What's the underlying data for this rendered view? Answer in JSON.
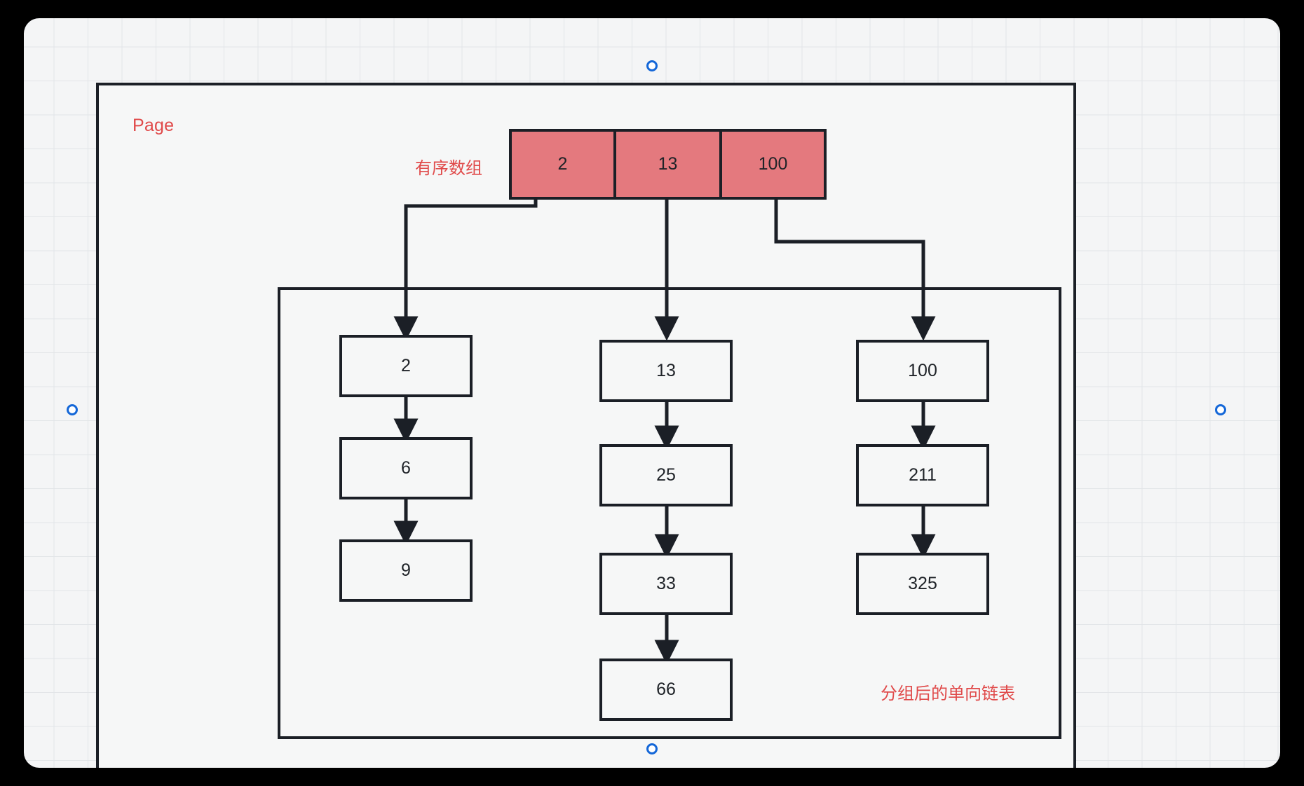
{
  "canvas": {
    "background_color": "#f4f5f6",
    "grid_color": "#e2e5e8",
    "outer_color": "#000000"
  },
  "page": {
    "label": "Page",
    "label_color": "#e04a4a",
    "border_color": "#1b1f26",
    "fill_color": "#f6f7f7",
    "selected": true,
    "handle_color": "#1467d8"
  },
  "array": {
    "label": "有序数组",
    "label_color": "#e04a4a",
    "fill_color": "#e4797e",
    "border_color": "#1b1f26",
    "cells": [
      {
        "value": "2"
      },
      {
        "value": "13"
      },
      {
        "value": "100"
      }
    ]
  },
  "list_group": {
    "label": "分组后的单向链表",
    "label_color": "#e04a4a",
    "border_color": "#1b1f26"
  },
  "chains": [
    {
      "head": "2",
      "nodes": [
        {
          "value": "2"
        },
        {
          "value": "6"
        },
        {
          "value": "9"
        }
      ]
    },
    {
      "head": "13",
      "nodes": [
        {
          "value": "13"
        },
        {
          "value": "25"
        },
        {
          "value": "33"
        },
        {
          "value": "66"
        }
      ]
    },
    {
      "head": "100",
      "nodes": [
        {
          "value": "100"
        },
        {
          "value": "211"
        },
        {
          "value": "325"
        }
      ]
    }
  ],
  "nodes": {
    "c1n1": "2",
    "c1n2": "6",
    "c1n3": "9",
    "c2n1": "13",
    "c2n2": "25",
    "c2n3": "33",
    "c2n4": "66",
    "c3n1": "100",
    "c3n2": "211",
    "c3n3": "325"
  }
}
